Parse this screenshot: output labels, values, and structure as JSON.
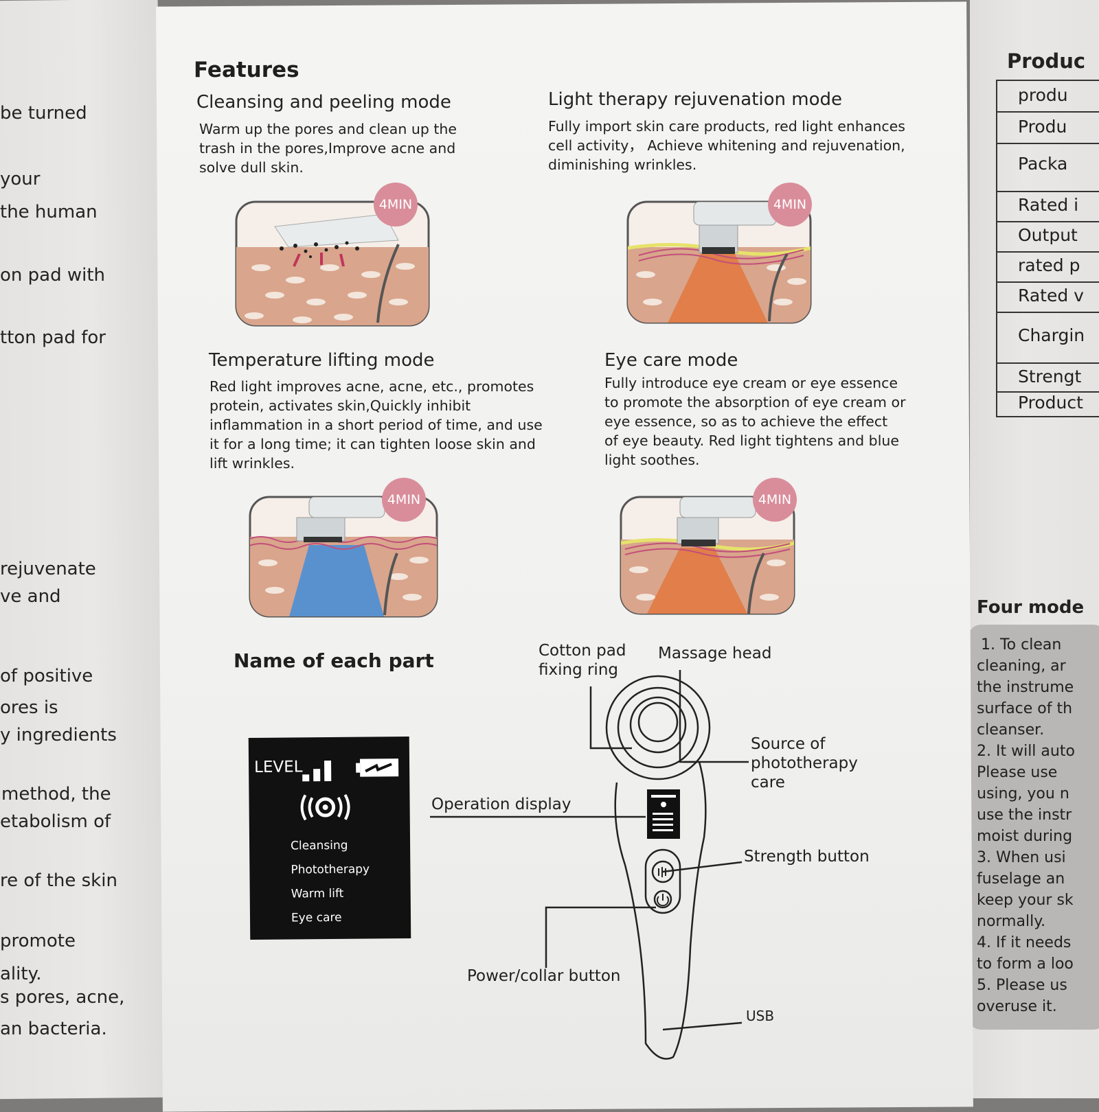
{
  "left_panel": {
    "lines": [
      "be turned",
      "your",
      "the human",
      "on pad with",
      "tton pad for",
      "rejuvenate",
      "ve and",
      "of positive",
      "ores is",
      "y ingredients",
      "method, the",
      "etabolism of",
      "re of the skin",
      "promote",
      "ality.",
      "s pores, acne,",
      "an bacteria."
    ]
  },
  "features": {
    "heading": "Features",
    "modes": [
      {
        "title": "Cleansing and peeling mode",
        "lines": [
          "Warm up the pores and clean up the",
          "trash in the pores,Improve acne and",
          "solve dull skin."
        ],
        "badge": "4MIN"
      },
      {
        "title": "Light therapy rejuvenation mode",
        "lines": [
          "Fully import skin care products, red light enhances",
          "cell activity， Achieve whitening and rejuvenation,",
          "diminishing wrinkles."
        ],
        "badge": "4MIN"
      },
      {
        "title": "Temperature lifting mode",
        "lines": [
          "Red light improves acne, acne, etc., promotes",
          "protein, activates skin,Quickly inhibit",
          "inflammation in a short period of time, and use",
          "it for a long time; it can tighten loose skin and",
          "lift wrinkles."
        ],
        "badge": "4MIN"
      },
      {
        "title": "Eye care mode",
        "lines": [
          "Fully introduce eye cream or eye essence",
          "to promote the absorption of eye cream or",
          "eye essence, so as to achieve the effect",
          "of eye beauty. Red light tightens and blue",
          "light soothes."
        ],
        "badge": "4MIN"
      }
    ]
  },
  "parts": {
    "heading": "Name of each part",
    "display": {
      "level_label": "LEVEL",
      "items": [
        "Cleansing",
        "Phototherapy",
        "Warm lift",
        "Eye care"
      ]
    },
    "labels": {
      "cotton_pad": [
        "Cotton pad",
        "fixing ring"
      ],
      "massage_head": "Massage head",
      "phototherapy": [
        "Source of",
        "phototherapy",
        "care"
      ],
      "operation_display": "Operation display",
      "strength_button": "Strength button",
      "power_button": "Power/collar button",
      "usb": "USB"
    }
  },
  "right_panel": {
    "title": "Produc",
    "table_rows": [
      "produ",
      "Produ",
      "Packa",
      "Rated i",
      "Output",
      "rated p",
      "Rated v",
      "Chargin",
      "Strengt",
      "Product"
    ],
    "four_modes_heading": "Four mode",
    "list_lines": [
      "1. To clean",
      "cleaning, ar",
      "the instrume",
      "surface of th",
      "cleanser.",
      "2. It will auto",
      "Please use",
      "using, you n",
      "use the instr",
      "moist during",
      "3. When usi",
      "fuselage an",
      "keep your sk",
      "normally.",
      "4. If it needs",
      "to form a loo",
      "5. Please us",
      "overuse it."
    ]
  },
  "colors": {
    "badge": "#d98d9b",
    "skin": "#d9a58c",
    "red_light": "#e2773d",
    "blue_light": "#4a8fd6",
    "display_bg": "#111111"
  }
}
